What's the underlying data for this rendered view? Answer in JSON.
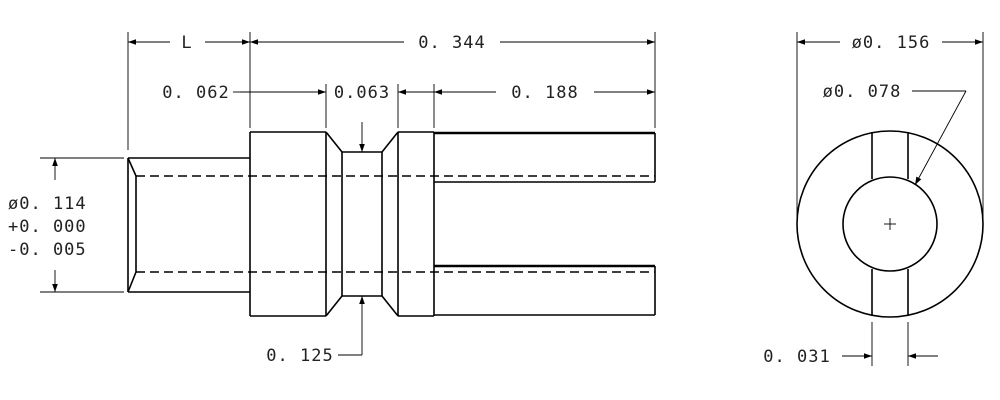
{
  "dimensions": {
    "length_L": "L",
    "overall_length": "0. 344",
    "collar_width": "0. 062",
    "groove_width": "0.063",
    "slot_length": "0. 188",
    "shank_dia_1": "ø0. 114",
    "shank_dia_2": "+0. 000",
    "shank_dia_3": "-0. 005",
    "groove_dia": "0. 125",
    "outer_dia": "ø0. 156",
    "bore_dia": "ø0. 078",
    "slot_width": "0. 031"
  },
  "colors": {
    "line": "#000000",
    "text": "#222222",
    "background": "#ffffff"
  }
}
